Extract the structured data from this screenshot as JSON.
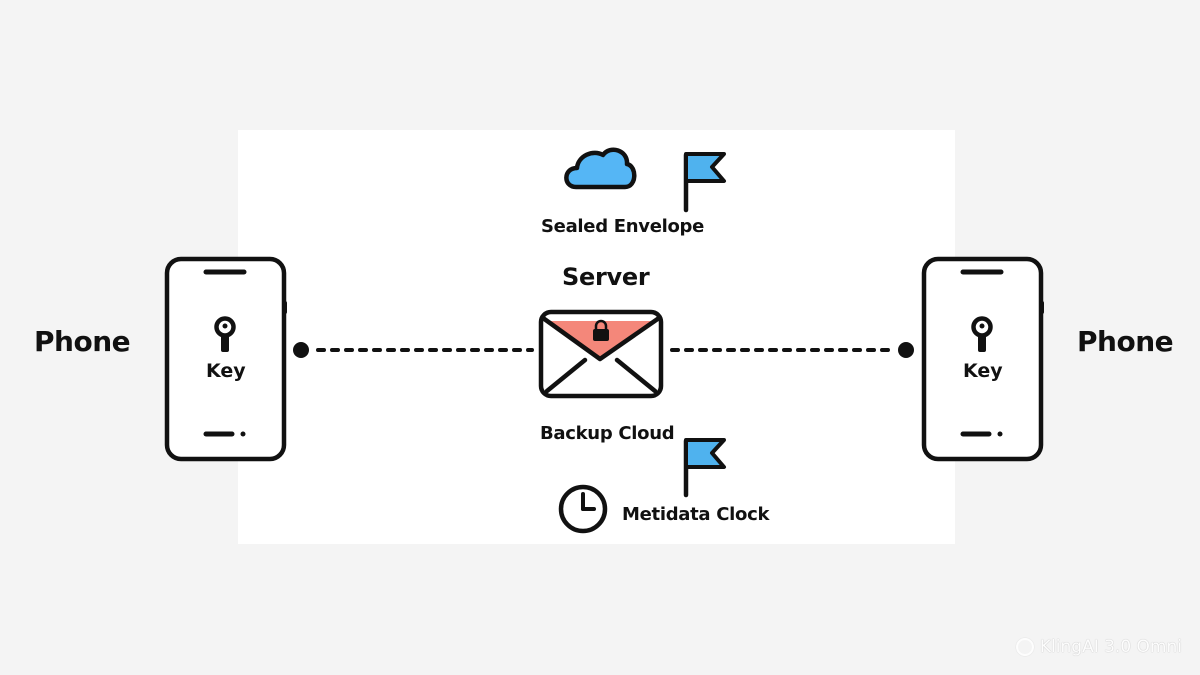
{
  "diagram": {
    "left_phone_label": "Phone",
    "right_phone_label": "Phone",
    "left_key_label": "Key",
    "right_key_label": "Key",
    "server_label": "Server",
    "sealed_envelope_label": "Sealed Envelope",
    "backup_cloud_label": "Backup Cloud",
    "metadata_clock_label": "Metidata Clock"
  },
  "watermark": "KlingAI 3.0 Omni",
  "colors": {
    "cloud": "#55b6f5",
    "flag": "#4fb2ee",
    "envelope_flap": "#f4877a",
    "stroke": "#111111"
  },
  "icons": [
    "cloud-icon",
    "flag-icon",
    "envelope-lock-icon",
    "clock-icon",
    "phone-icon",
    "key-icon"
  ]
}
